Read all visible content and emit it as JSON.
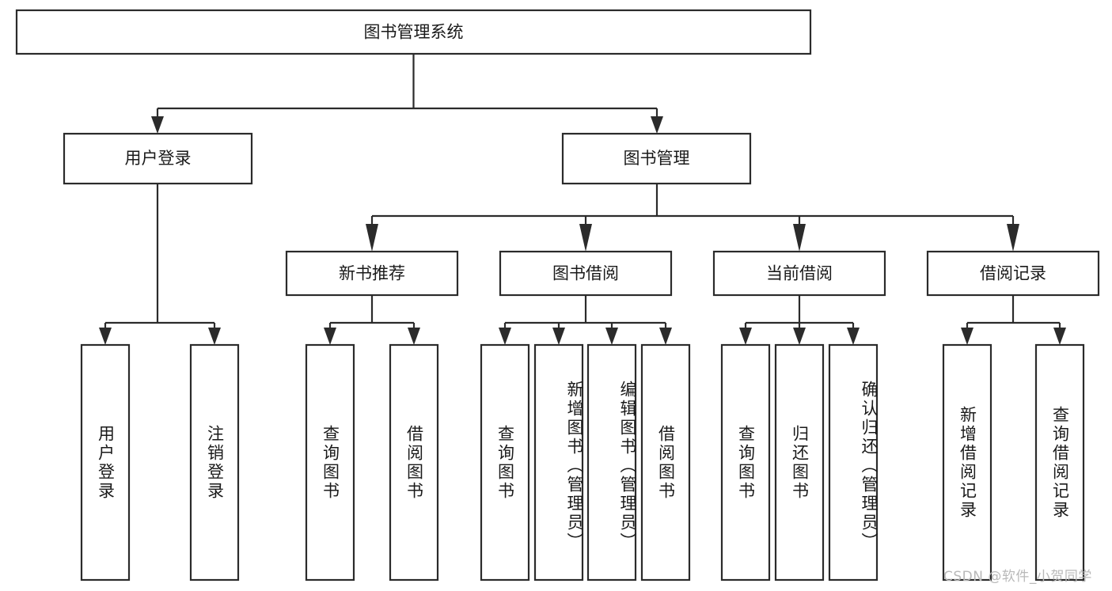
{
  "diagram": {
    "type": "tree",
    "title": "图书管理系统",
    "orientation": "top-down",
    "colors": {
      "stroke": "#2b2b2b",
      "fill": "#ffffff",
      "text": "#1a1a1a",
      "watermark": "#b9b9b9",
      "background": "#ffffff"
    },
    "root": {
      "label": "图书管理系统"
    },
    "level2": [
      {
        "label": "用户登录"
      },
      {
        "label": "图书管理"
      }
    ],
    "level3": [
      {
        "label": "新书推荐"
      },
      {
        "label": "图书借阅"
      },
      {
        "label": "当前借阅"
      },
      {
        "label": "借阅记录"
      }
    ],
    "leaves": {
      "user_login": [
        {
          "label": "用户登录"
        },
        {
          "label": "注销登录"
        }
      ],
      "new_book_recommend": [
        {
          "label": "查询图书"
        },
        {
          "label": "借阅图书"
        }
      ],
      "book_borrow": [
        {
          "label": "查询图书"
        },
        {
          "label": "新增图书（管理员）"
        },
        {
          "label": "编辑图书（管理员）"
        },
        {
          "label": "借阅图书"
        }
      ],
      "current_borrow": [
        {
          "label": "查询图书"
        },
        {
          "label": "归还图书"
        },
        {
          "label": "确认归还（管理员）"
        }
      ],
      "borrow_record": [
        {
          "label": "新增借阅记录"
        },
        {
          "label": "查询借阅记录"
        }
      ]
    }
  },
  "watermark": {
    "text": "CSDN @软件_小贺同学"
  }
}
